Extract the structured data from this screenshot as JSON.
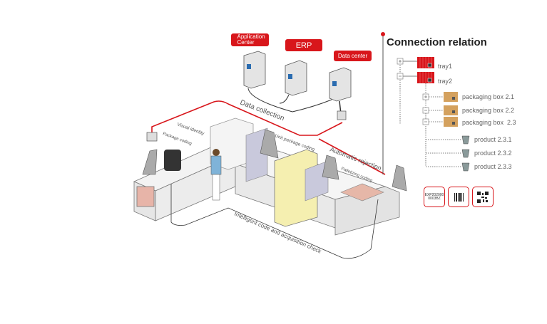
{
  "systems": {
    "application_center": "Application Center",
    "erp": "ERP",
    "data_center": "Data center"
  },
  "process_labels": {
    "data_collection": "Data collection",
    "visual_identity": "Visual identity",
    "package_coding": "Package coding",
    "unit_package_coding": "Unit package coding",
    "automatic_rejection": "Automatic rejection",
    "palletizing_coding": "Palletizing coding",
    "intelligent_check": "Intelligent code and acquisition check"
  },
  "connection_relation": {
    "title": "Connection relation",
    "trays": [
      "tray1",
      "tray2"
    ],
    "boxes": [
      "packaging box 2.1",
      "packaging box 2.2",
      "packaging box  2.3"
    ],
    "products": [
      "product 2.3.1",
      "product 2.3.2",
      "product 2.3.3"
    ]
  },
  "code_cards": {
    "text_code": "EXP202000 0003BZ"
  },
  "colors": {
    "accent": "#d8161b",
    "box": "#d4a15e",
    "line": "#333333"
  }
}
